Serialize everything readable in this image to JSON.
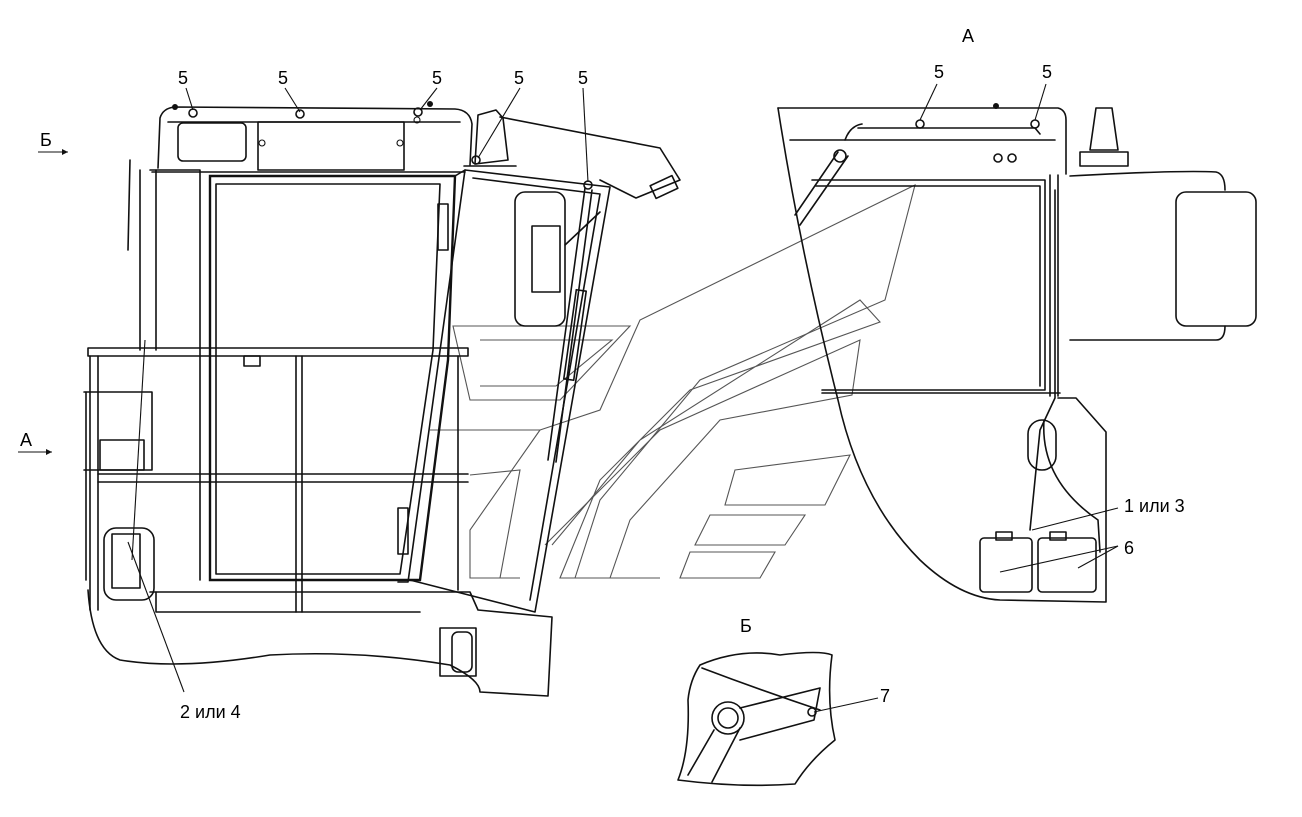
{
  "views": {
    "view_a_title": "А",
    "view_b_title": "Б",
    "arrow_b": "Б",
    "arrow_a": "А"
  },
  "callouts": {
    "c5_1": "5",
    "c5_2": "5",
    "c5_3": "5",
    "c5_4": "5",
    "c5_5": "5",
    "c5_6": "5",
    "c5_7": "5",
    "part_2_or_4": "2 или 4",
    "part_1_or_3": "1 или 3",
    "part_6": "6",
    "part_7": "7"
  }
}
